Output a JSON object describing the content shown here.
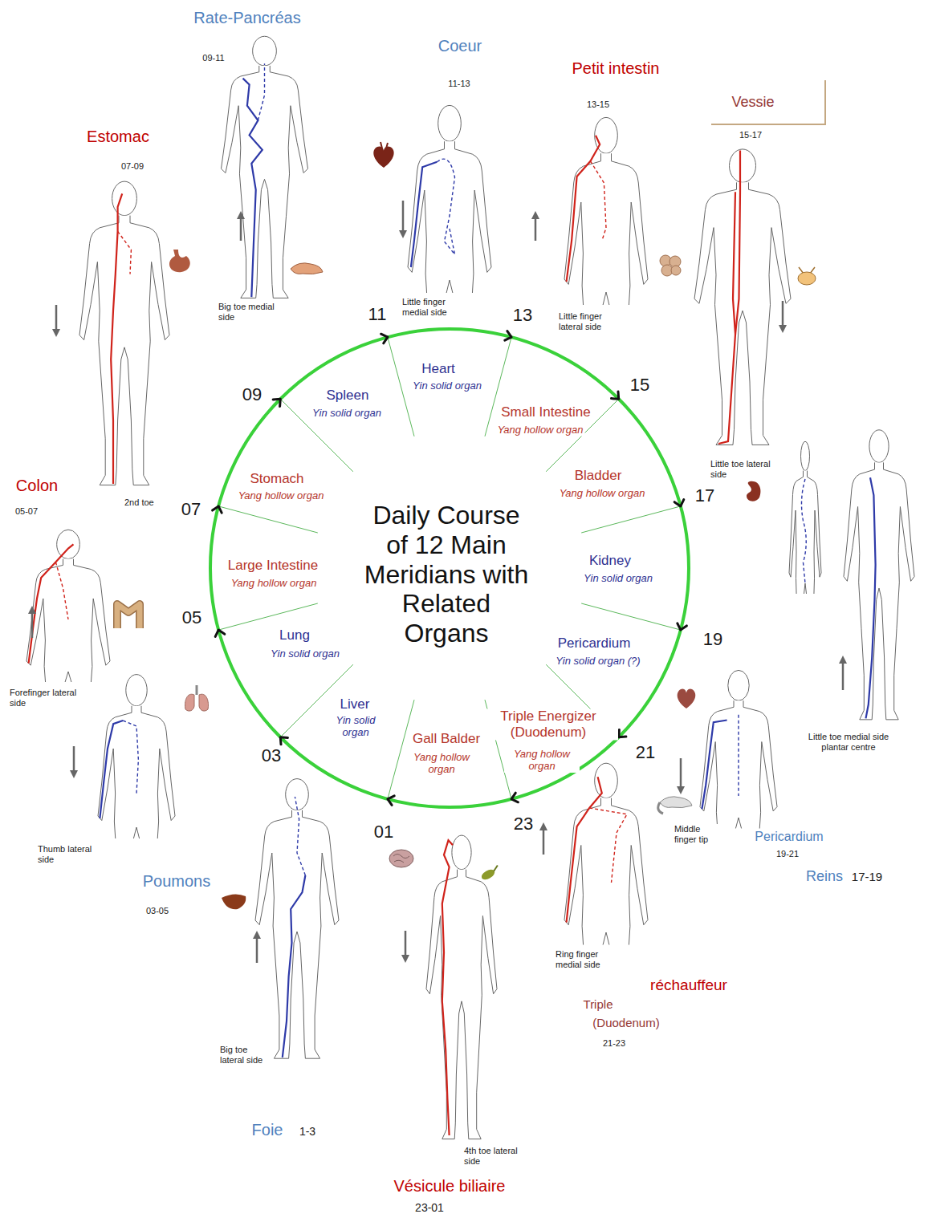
{
  "diagram": {
    "title": "Daily Course of 12 Main Meridians with Related Organs",
    "labels": [
      "Rate-Pancréas",
      "09-11",
      "Coeur",
      "11-13",
      "Petit intestin",
      "13-15",
      "Vessie",
      "15-17",
      "Estomac",
      "07-09",
      "Big toe medial side",
      "Little finger medial side",
      "Little finger lateral side",
      "11",
      "13",
      "Heart",
      "Yin solid organ",
      "09",
      "Spleen",
      "Yin solid organ",
      "15",
      "Small Intestine",
      "Yang hollow organ",
      "Little toe lateral side",
      "Stomach",
      "Yang hollow organ",
      "Bladder",
      "Yang hollow organ",
      "17",
      "2nd toe",
      "07",
      "Colon",
      "05-07",
      "Large Intestine",
      "Yang hollow organ",
      "Kidney",
      "Yin solid organ",
      "05",
      "Lung",
      "Yin solid organ",
      "Pericardium",
      "Yin solid organ (?)",
      "19",
      "Forefinger lateral side",
      "Liver",
      "Yin solid organ",
      "Little toe medial side plantar centre",
      "Triple Energizer (Duodenum)",
      "Yang hollow organ",
      "Gall Balder",
      "Yang hollow organ",
      "21",
      "03",
      "23",
      "01",
      "Middle finger tip",
      "Pericardium",
      "19-21",
      "Reins",
      "17-19",
      "Thumb lateral side",
      "Poumons",
      "03-05",
      "Ring finger medial side",
      "Triple",
      "réchauffeur",
      "(Duodenum)",
      "21-23",
      "Big toe lateral side",
      "Foie",
      "1-3",
      "4th toe lateral side",
      "Vésicule biliaire",
      "23-01"
    ]
  }
}
